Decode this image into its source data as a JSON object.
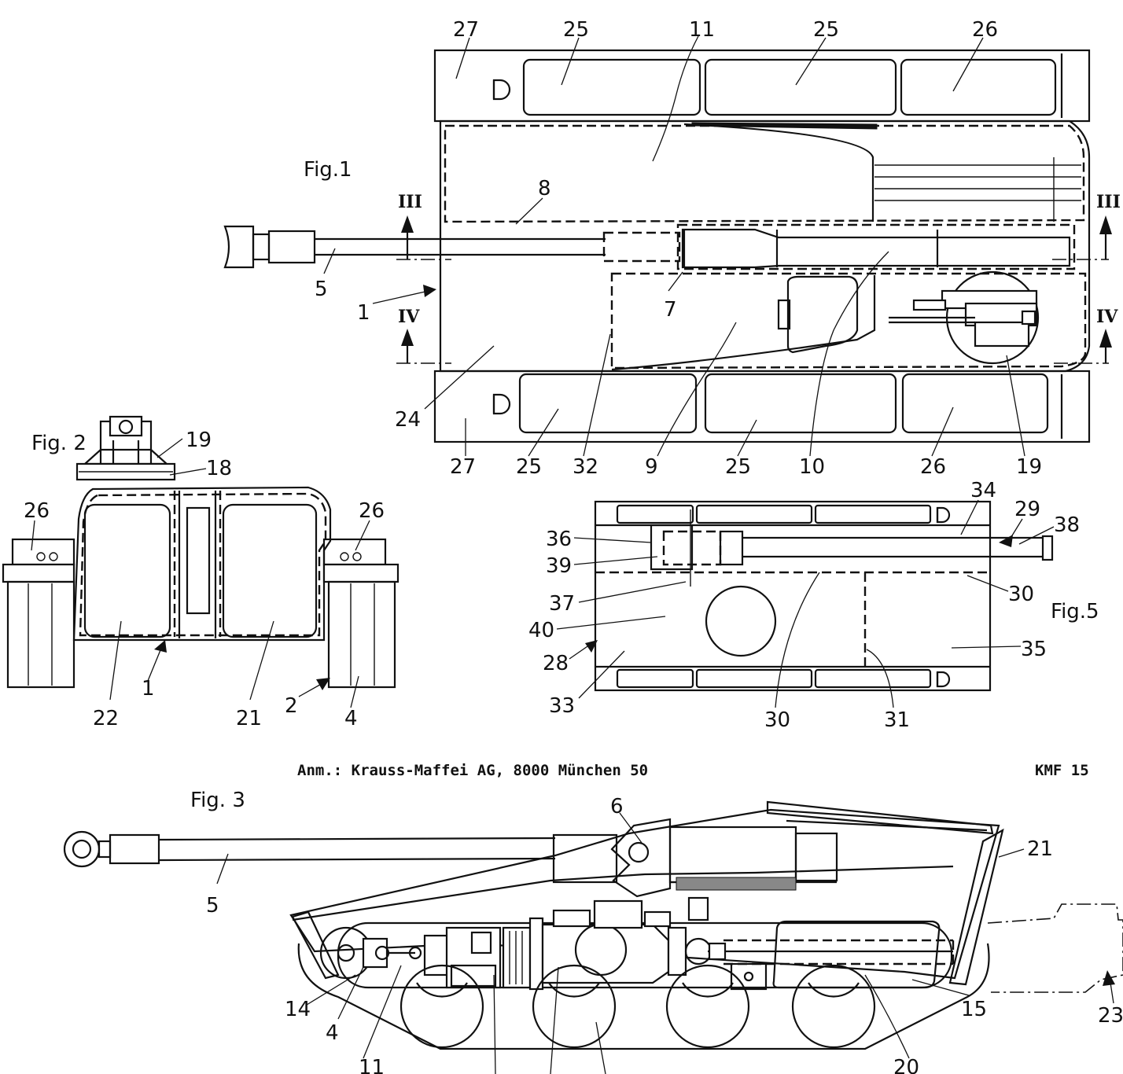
{
  "figures": {
    "fig1": "Fig.1",
    "fig2": "Fig. 2",
    "fig3": "Fig. 3",
    "fig5": "Fig.5"
  },
  "applicant_line": "Anm.: Krauss-Maffei AG, 8000 München 50",
  "docket": "KMF 15",
  "section_marks": {
    "iii_left": "III",
    "iii_right": "III",
    "iv_left": "IV",
    "iv_right": "IV"
  },
  "fig1_labels": {
    "l27a": "27",
    "l25a": "25",
    "l11": "11",
    "l25b": "25",
    "l26a": "26",
    "l8": "8",
    "l5": "5",
    "l1": "1",
    "l7": "7",
    "l24": "24",
    "l27b": "27",
    "l25c": "25",
    "l32": "32",
    "l9": "9",
    "l25d": "25",
    "l10": "10",
    "l26b": "26",
    "l19": "19"
  },
  "fig2_labels": {
    "l19": "19",
    "l18": "18",
    "l26a": "26",
    "l26b": "26",
    "l22": "22",
    "l1": "1",
    "l21": "21",
    "l2": "2",
    "l4": "4"
  },
  "fig5_labels": {
    "l34": "34",
    "l29": "29",
    "l38": "38",
    "l36": "36",
    "l39": "39",
    "l37": "37",
    "l30a": "30",
    "l40": "40",
    "l35": "35",
    "l28": "28",
    "l33": "33",
    "l30b": "30",
    "l31": "31"
  },
  "fig3_labels": {
    "l6": "6",
    "l5": "5",
    "l21": "21",
    "l14": "14",
    "l4": "4",
    "l11": "11",
    "l15": "15",
    "l20": "20",
    "l23": "23"
  }
}
